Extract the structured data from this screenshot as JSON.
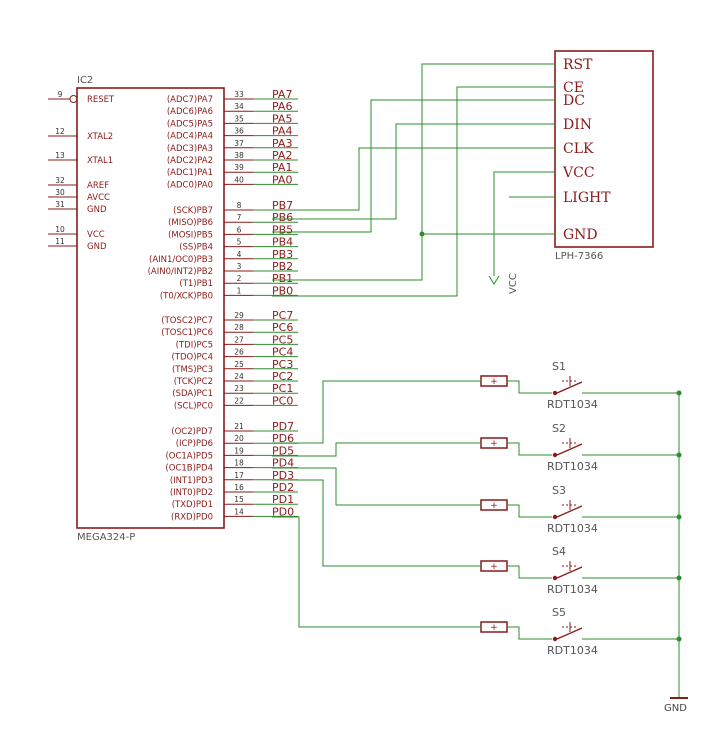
{
  "ic": {
    "name": "IC2",
    "part": "MEGA324-P",
    "left_pins": [
      {
        "num": "9",
        "label": "RESET"
      },
      {
        "num": "12",
        "label": "XTAL2"
      },
      {
        "num": "13",
        "label": "XTAL1"
      },
      {
        "num": "32",
        "label": "AREF"
      },
      {
        "num": "30",
        "label": "AVCC"
      },
      {
        "num": "31",
        "label": "GND"
      },
      {
        "num": "10",
        "label": "VCC"
      },
      {
        "num": "11",
        "label": "GND"
      }
    ],
    "right_pins": [
      {
        "num": "33",
        "label": "(ADC7)PA7",
        "net": "PA7"
      },
      {
        "num": "34",
        "label": "(ADC6)PA6",
        "net": "PA6"
      },
      {
        "num": "35",
        "label": "(ADC5)PA5",
        "net": "PA5"
      },
      {
        "num": "36",
        "label": "(ADC4)PA4",
        "net": "PA4"
      },
      {
        "num": "37",
        "label": "(ADC3)PA3",
        "net": "PA3"
      },
      {
        "num": "38",
        "label": "(ADC2)PA2",
        "net": "PA2"
      },
      {
        "num": "39",
        "label": "(ADC1)PA1",
        "net": "PA1"
      },
      {
        "num": "40",
        "label": "(ADC0)PA0",
        "net": "PA0"
      },
      {
        "num": "8",
        "label": "(SCK)PB7",
        "net": "PB7"
      },
      {
        "num": "7",
        "label": "(MISO)PB6",
        "net": "PB6"
      },
      {
        "num": "6",
        "label": "(MOSI)PB5",
        "net": "PB5"
      },
      {
        "num": "5",
        "label": "(SS)PB4",
        "net": "PB4"
      },
      {
        "num": "4",
        "label": "(AIN1/OC0)PB3",
        "net": "PB3"
      },
      {
        "num": "3",
        "label": "(AIN0/INT2)PB2",
        "net": "PB2"
      },
      {
        "num": "2",
        "label": "(T1)PB1",
        "net": "PB1"
      },
      {
        "num": "1",
        "label": "(T0/XCK)PB0",
        "net": "PB0"
      },
      {
        "num": "29",
        "label": "(TOSC2)PC7",
        "net": "PC7"
      },
      {
        "num": "28",
        "label": "(TOSC1)PC6",
        "net": "PC6"
      },
      {
        "num": "27",
        "label": "(TDI)PC5",
        "net": "PC5"
      },
      {
        "num": "26",
        "label": "(TDO)PC4",
        "net": "PC4"
      },
      {
        "num": "25",
        "label": "(TMS)PC3",
        "net": "PC3"
      },
      {
        "num": "24",
        "label": "(TCK)PC2",
        "net": "PC2"
      },
      {
        "num": "23",
        "label": "(SDA)PC1",
        "net": "PC1"
      },
      {
        "num": "22",
        "label": "(SCL)PC0",
        "net": "PC0"
      },
      {
        "num": "21",
        "label": "(OC2)PD7",
        "net": "PD7"
      },
      {
        "num": "20",
        "label": "(ICP)PD6",
        "net": "PD6"
      },
      {
        "num": "19",
        "label": "(OC1A)PD5",
        "net": "PD5"
      },
      {
        "num": "18",
        "label": "(OC1B)PD4",
        "net": "PD4"
      },
      {
        "num": "17",
        "label": "(INT1)PD3",
        "net": "PD3"
      },
      {
        "num": "16",
        "label": "(INT0)PD2",
        "net": "PD2"
      },
      {
        "num": "15",
        "label": "(TXD)PD1",
        "net": "PD1"
      },
      {
        "num": "14",
        "label": "(RXD)PD0",
        "net": "PD0"
      }
    ]
  },
  "lcd": {
    "part": "LPH-7366",
    "pins": [
      "RST",
      "CE",
      "DC",
      "DIN",
      "CLK",
      "VCC",
      "LIGHT",
      "GND"
    ]
  },
  "vcc_label": "VCC",
  "gnd_label": "GND",
  "switches": [
    {
      "name": "S1",
      "part": "RDT1034"
    },
    {
      "name": "S2",
      "part": "RDT1034"
    },
    {
      "name": "S3",
      "part": "RDT1034"
    },
    {
      "name": "S4",
      "part": "RDT1034"
    },
    {
      "name": "S5",
      "part": "RDT1034"
    }
  ],
  "colors": {
    "part_outline": "#8b1a1a",
    "wire": "#2e8b2e",
    "text": "#555555"
  }
}
